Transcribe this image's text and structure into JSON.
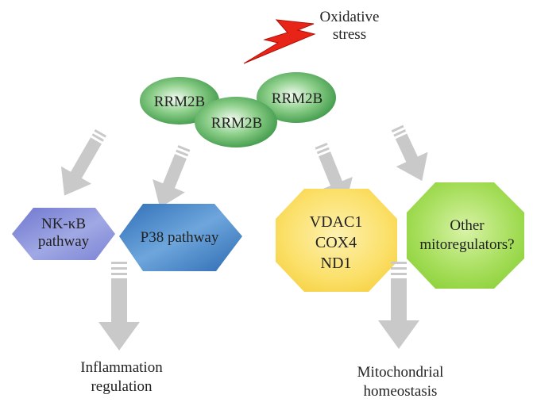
{
  "stress_label": [
    "Oxidative",
    "stress"
  ],
  "rrm2b_label": "RRM2B",
  "nodes": {
    "nfkb": [
      "NK-κB",
      "pathway"
    ],
    "p38": "P38 pathway",
    "vdac": [
      "VDAC1",
      "COX4",
      "ND1"
    ],
    "other": [
      "Other",
      "mitoregulators?"
    ]
  },
  "outcomes": {
    "inflammation": [
      "Inflammation",
      "regulation"
    ],
    "mito": [
      "Mitochondrial",
      "homeostasis"
    ]
  },
  "colors": {
    "rrm2b": "#3f9e4c",
    "nfkb": "#7f86d6",
    "p38": "#3a7fc4",
    "vdac": "#f9d84c",
    "other": "#93d63c",
    "arrow": "#c9c9c9",
    "lightning": "#e82418"
  }
}
